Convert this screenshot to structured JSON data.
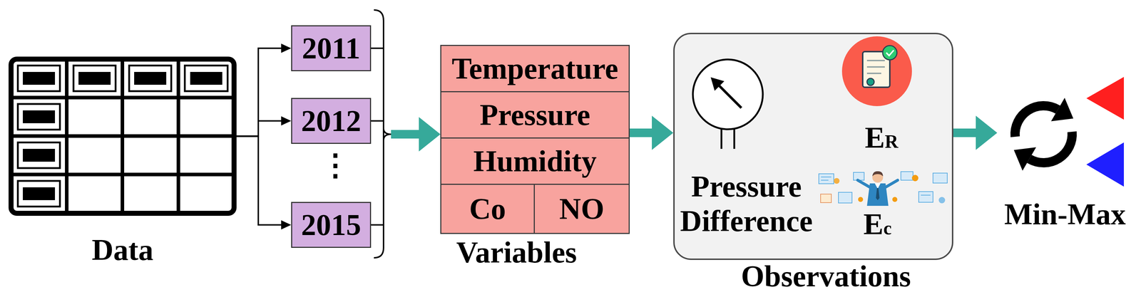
{
  "diagram": {
    "nodes": [
      {
        "text": [
          "Data"
        ]
      },
      {
        "text": [
          "2011"
        ]
      },
      {
        "text": [
          "2012"
        ]
      },
      {
        "text": [
          "2015"
        ]
      },
      {
        "text": [
          "Variables"
        ]
      },
      {
        "text": [
          "Temperature"
        ],
        "in": 4
      },
      {
        "text": [
          "Pressure"
        ],
        "in": 4
      },
      {
        "text": [
          "Humidity"
        ],
        "in": 4
      },
      {
        "text": [
          "Co"
        ],
        "in": 4
      },
      {
        "text": [
          "NO"
        ],
        "in": 4
      },
      {
        "text": [
          "Observations"
        ]
      },
      {
        "text": [
          "Pressure Difference"
        ],
        "in": 10
      },
      {
        "text": [
          "Min-Max"
        ]
      }
    ],
    "edges": [
      {
        "from": 0,
        "to": 1,
        "arrow": "to"
      },
      {
        "from": 0,
        "to": 2,
        "arrow": "to"
      },
      {
        "from": 0,
        "to": 3,
        "arrow": "to"
      },
      {
        "from": 1,
        "to": 4,
        "arrow": "to"
      },
      {
        "from": 2,
        "to": 4,
        "arrow": "to"
      },
      {
        "from": 3,
        "to": 4,
        "arrow": "to"
      },
      {
        "from": 4,
        "to": 10,
        "arrow": "to"
      },
      {
        "from": 10,
        "to": 12,
        "arrow": "to"
      }
    ],
    "labels": [
      "⋮",
      "ER",
      "Ec"
    ]
  }
}
